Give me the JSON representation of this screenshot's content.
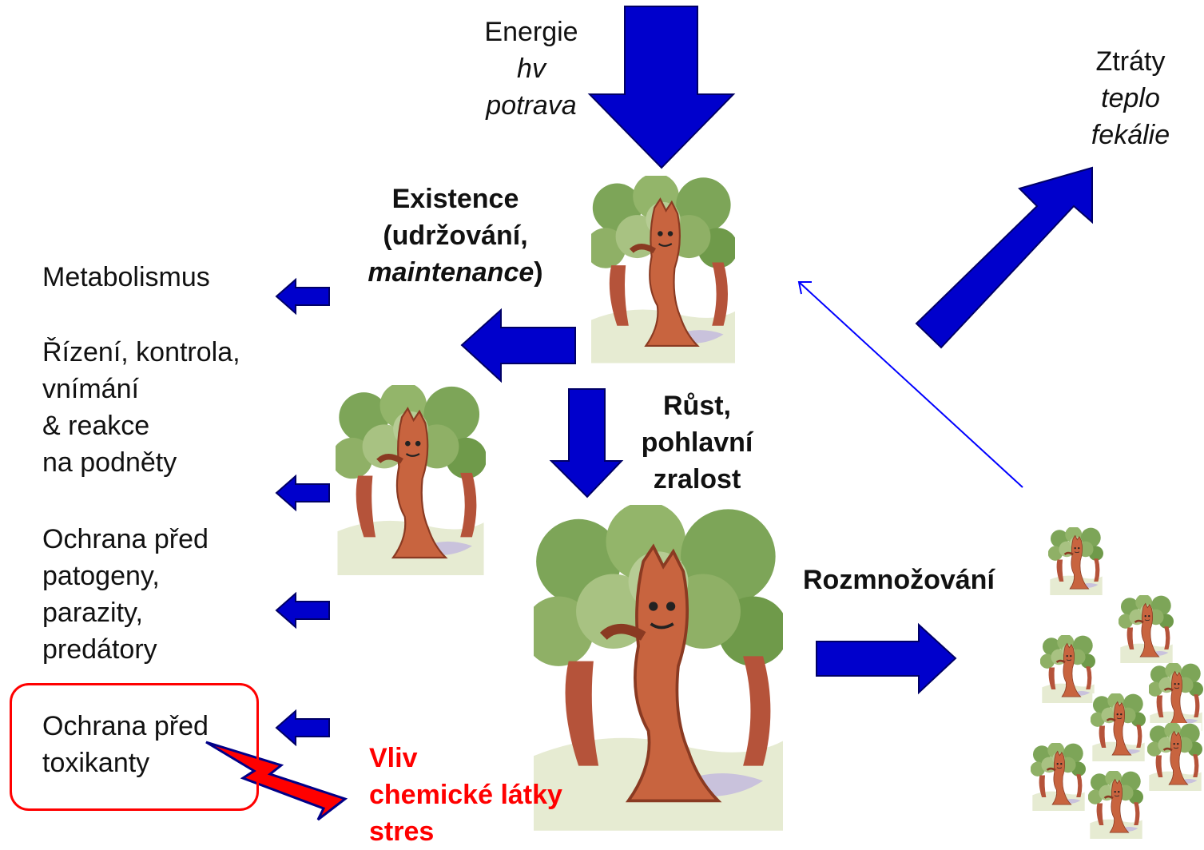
{
  "energy": {
    "title": "Energie",
    "line1": "hv",
    "line2": "potrava"
  },
  "losses": {
    "title": "Ztráty",
    "line1": "teplo",
    "line2": "fekálie"
  },
  "existence": {
    "line1": "Existence",
    "line2": "(udržování,",
    "line3_italic": "maintenance",
    "line3_tail": ")"
  },
  "growth": {
    "line1": "Růst,",
    "line2": "pohlavní",
    "line3": "zralost"
  },
  "reproduction": {
    "label": "Rozmnožování"
  },
  "functions": {
    "metabolism": "Metabolismus",
    "control": [
      "Řízení, kontrola,",
      "vnímání",
      "& reakce",
      "na podněty"
    ],
    "protection_pathogens": [
      "Ochrana před",
      "patogeny,",
      "parazity,",
      "predátory"
    ],
    "protection_toxicants": [
      "Ochrana před",
      "toxikanty"
    ]
  },
  "stress": {
    "line1": "Vliv",
    "line2": "chemické látky",
    "line3": "stres"
  },
  "colors": {
    "arrow": "#0000cc",
    "stress": "#ff0000",
    "foliage": "#6f9a4a",
    "trunk": "#c25a3a"
  }
}
